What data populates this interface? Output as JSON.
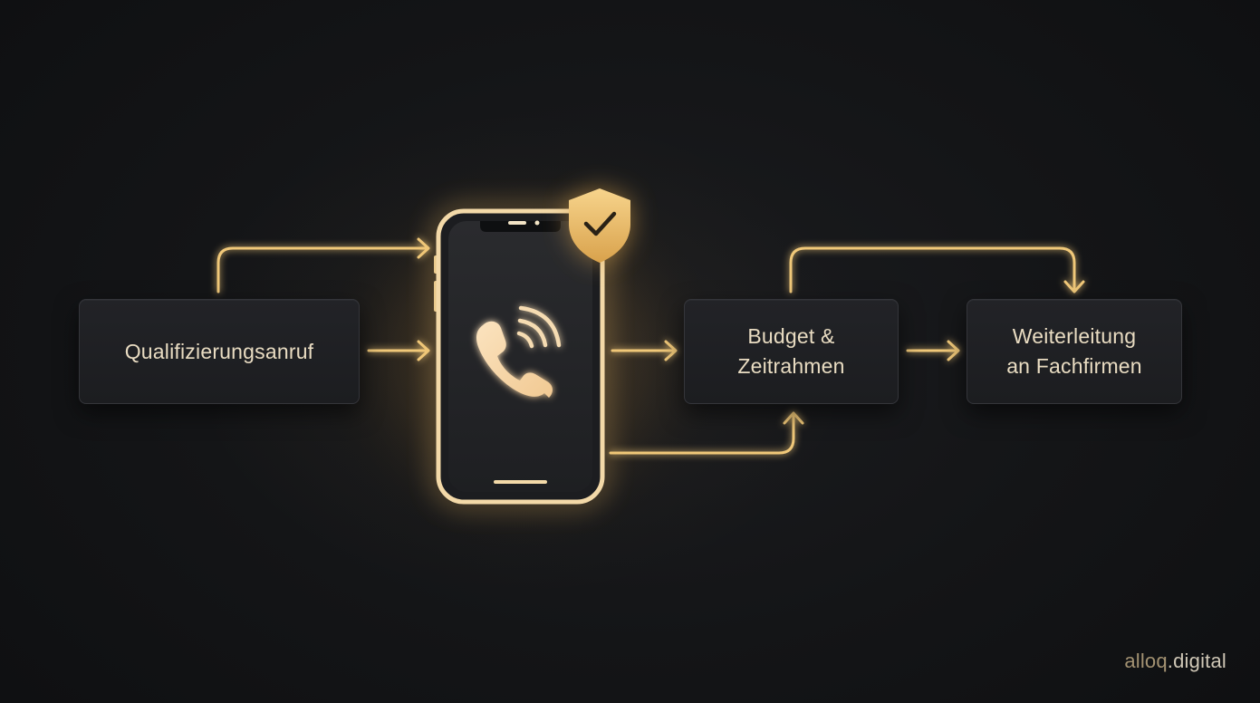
{
  "diagram": {
    "nodes": [
      {
        "id": "qualifizierungsanruf",
        "label": "Qualifizierungsanruf"
      },
      {
        "id": "budget-zeitrahmen",
        "label": "Budget &\nZeitrahmen"
      },
      {
        "id": "weiterleitung",
        "label": "Weiterleitung\nan Fachfirmen"
      }
    ],
    "center_icon": "smartphone-with-call-icon",
    "badge_icon": "shield-check-icon",
    "accent_color": "#f0c879",
    "edges": [
      {
        "from": "qualifizierungsanruf",
        "to": "smartphone"
      },
      {
        "from": "smartphone",
        "to": "budget-zeitrahmen"
      },
      {
        "from": "budget-zeitrahmen",
        "to": "weiterleitung"
      }
    ]
  },
  "branding": {
    "name_part1": "alloq",
    "name_part2": ".digital"
  }
}
